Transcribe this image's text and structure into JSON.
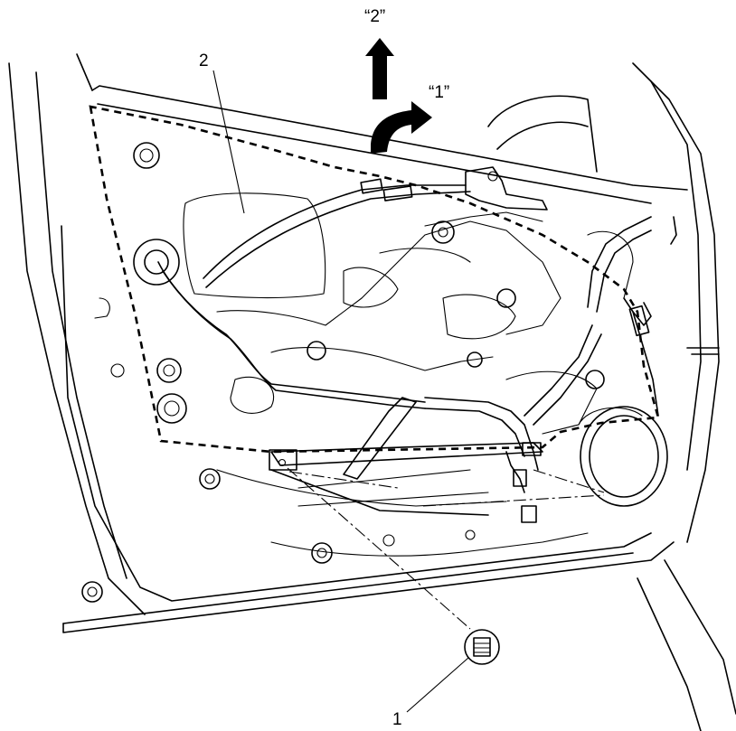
{
  "labels": {
    "callout_1": "1",
    "callout_2": "2",
    "arrow_1_label": "“1”",
    "arrow_2_label": "“2”"
  }
}
